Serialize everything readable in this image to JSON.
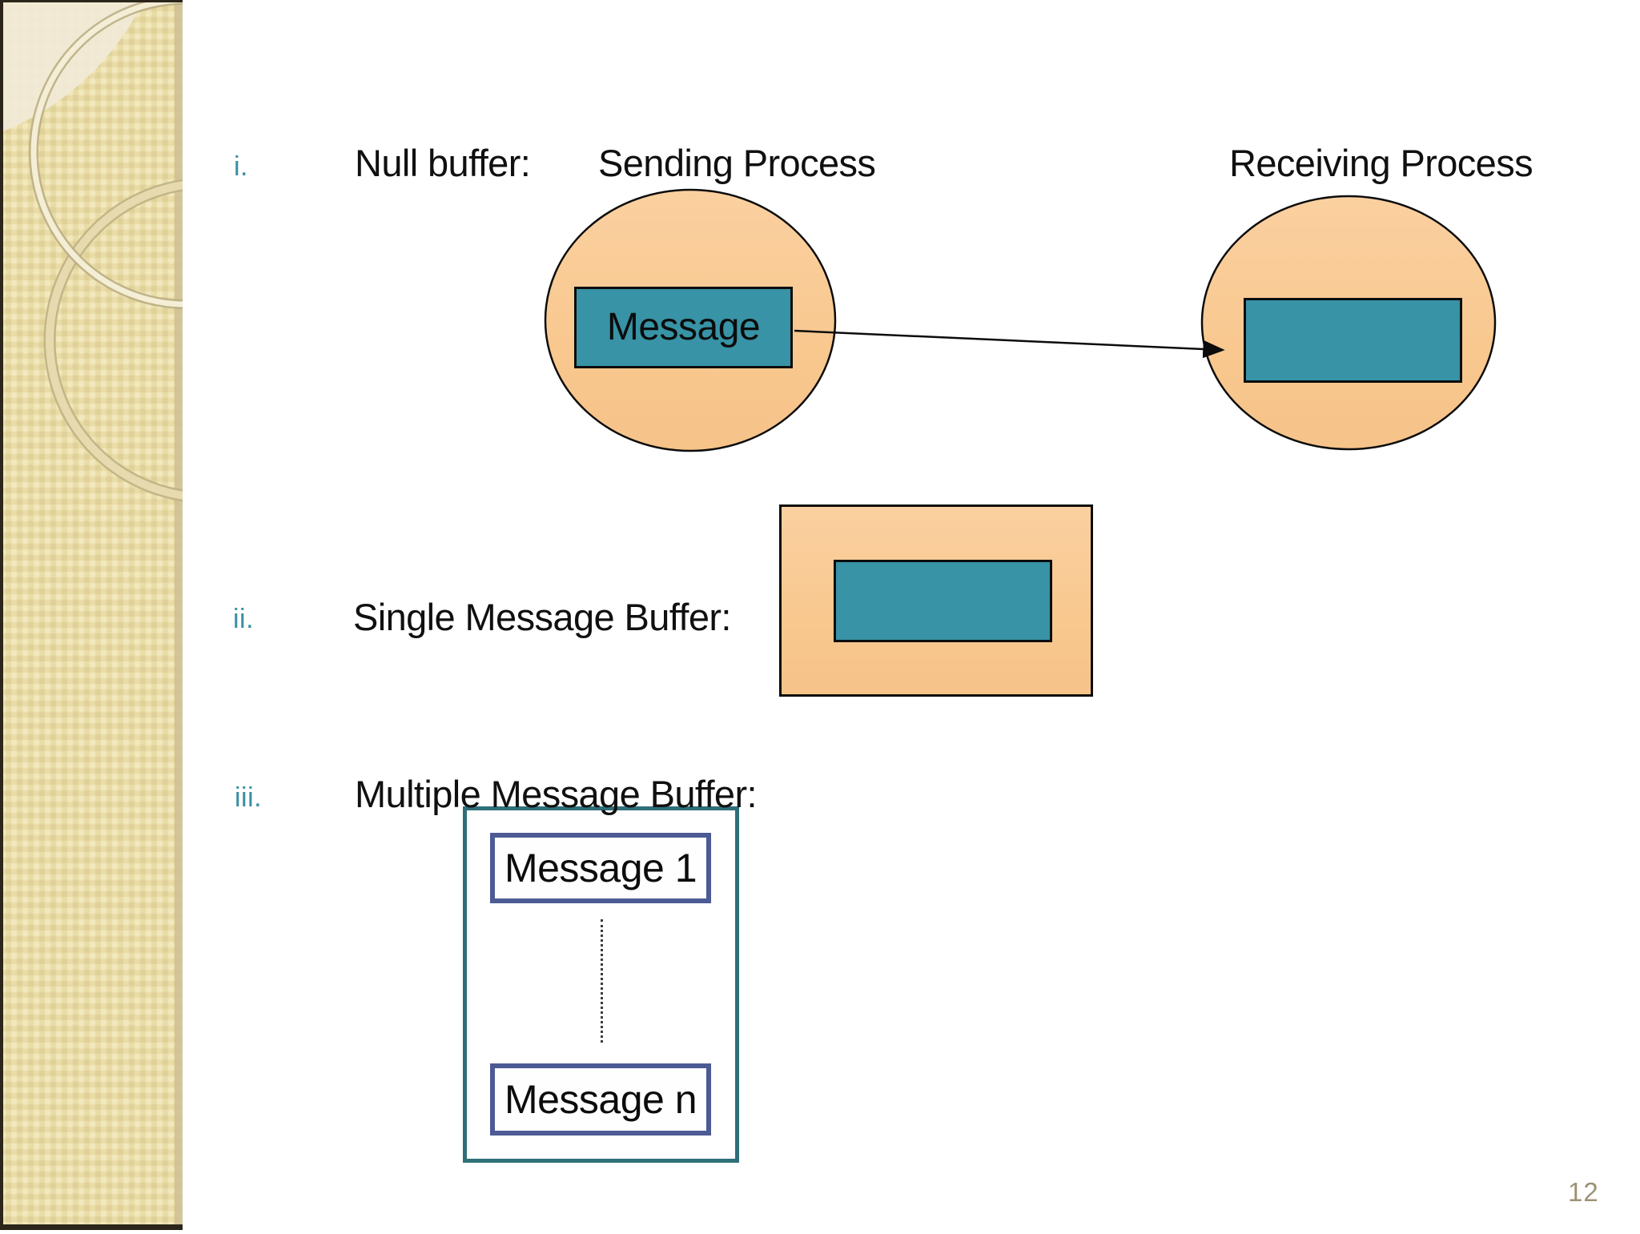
{
  "page": {
    "number": "12"
  },
  "rows": {
    "i": {
      "marker": "i.",
      "label": "Null buffer:"
    },
    "ii": {
      "marker": "ii.",
      "label": "Single Message Buffer:"
    },
    "iii": {
      "marker": "iii.",
      "label": "Multiple Message Buffer:"
    }
  },
  "null_buffer": {
    "sending_title": "Sending Process",
    "receiving_title": "Receiving Process",
    "message_label": "Message"
  },
  "multiple_buffer": {
    "first_message": "Message 1",
    "last_message": "Message n"
  },
  "colors": {
    "process_circle_fill": "#F8C88F",
    "message_fill": "#3793A5",
    "outer_buffer_border": "#2E6F78",
    "message_box_border": "#4C5B94",
    "marker_text": "#3A8EA1",
    "page_number": "#9C9274",
    "sidebar_base": "#E9DCA6"
  }
}
